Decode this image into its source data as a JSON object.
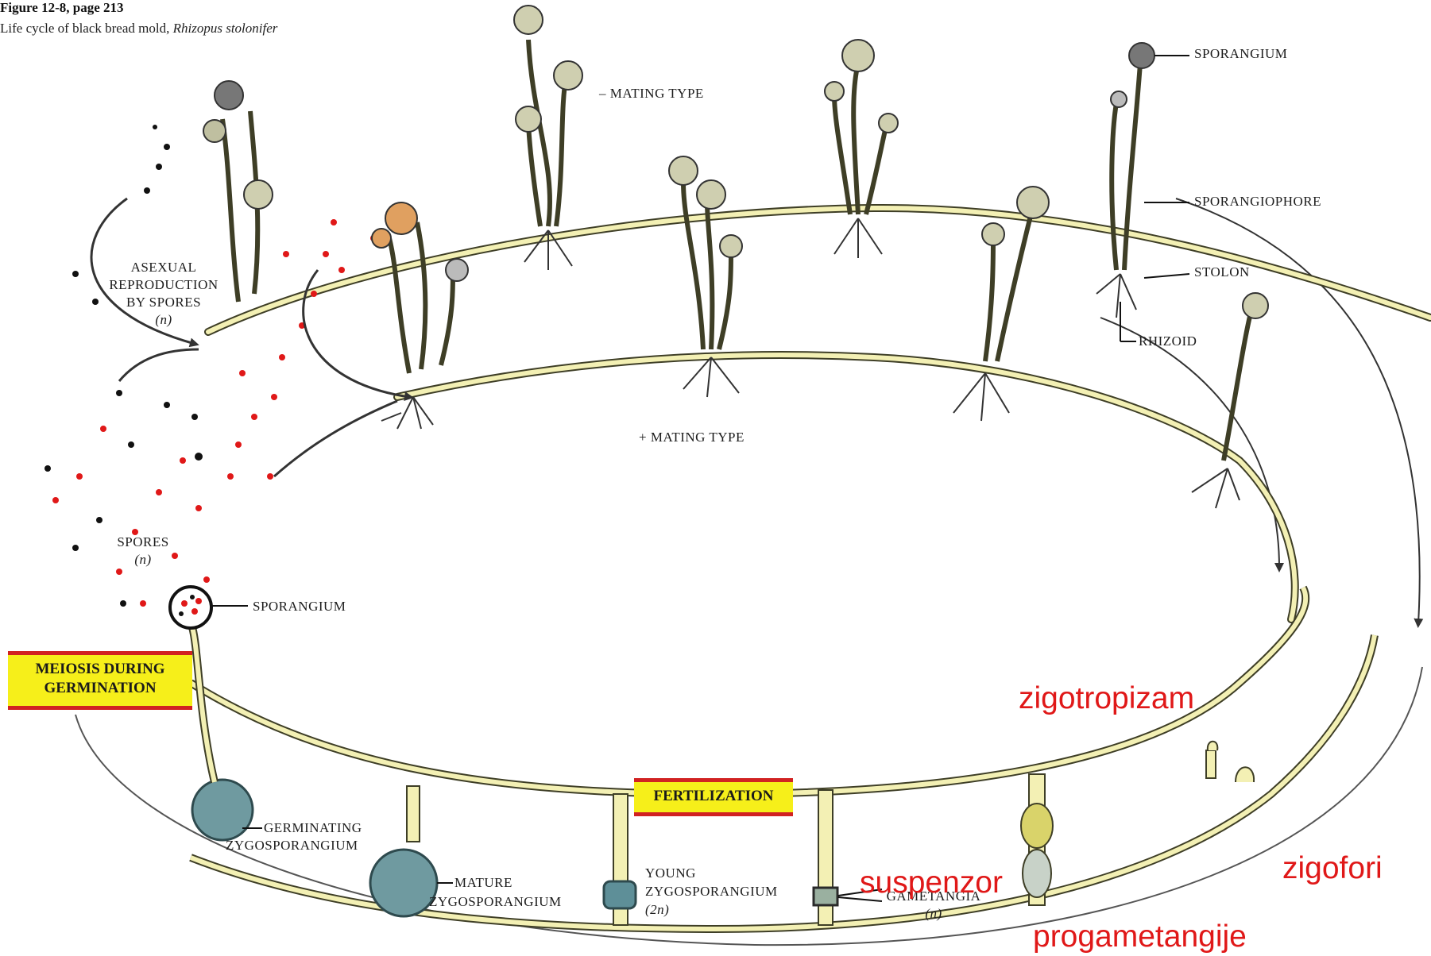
{
  "header": {
    "figure_ref": "Figure 12-8, page 213",
    "caption_prefix": "Life cycle of black bread mold, ",
    "caption_species": "Rhizopus stolonifer"
  },
  "labels": {
    "minus_mating_type": "– MATING TYPE",
    "plus_mating_type": "+ MATING TYPE",
    "sporangium_top": "SPORANGIUM",
    "sporangiophore": "SPORANGIOPHORE",
    "stolon": "STOLON",
    "rhizoid": "RHIZOID",
    "asexual_line1": "ASEXUAL",
    "asexual_line2": "REPRODUCTION",
    "asexual_line3": "BY SPORES",
    "asexual_line4": "(n)",
    "spores_line1": "SPORES",
    "spores_line2": "(n)",
    "sporangium_bottom": "SPORANGIUM",
    "germinating_line1": "GERMINATING",
    "germinating_line2": "ZYGOSPORANGIUM",
    "mature_line1": "MATURE",
    "mature_line2": "ZYGOSPORANGIUM",
    "young_line1": "YOUNG",
    "young_line2": "ZYGOSPORANGIUM",
    "young_line3": "(2n)",
    "gametangia_line1": "GAMETANGIA",
    "gametangia_line2": "(n)"
  },
  "highlight_boxes": {
    "meiosis_line1": "MEIOSIS DURING",
    "meiosis_line2": "GERMINATION",
    "fertilization": "FERTILIZATION"
  },
  "annotations": {
    "zigotropizam": "zigotropizam",
    "zigofori": "zigofori",
    "suspenzor": "suspenzor",
    "progametangije": "progametangije"
  },
  "colors": {
    "hypha_fill": "#f3f0b4",
    "hypha_stroke": "#4a4a2a",
    "spore_red": "#e01818",
    "spore_black": "#111111",
    "box_yellow": "#f6ef1a",
    "box_border": "#d12222",
    "zygo_blue": "#6f9aa0",
    "annotation_red": "#e01818"
  }
}
